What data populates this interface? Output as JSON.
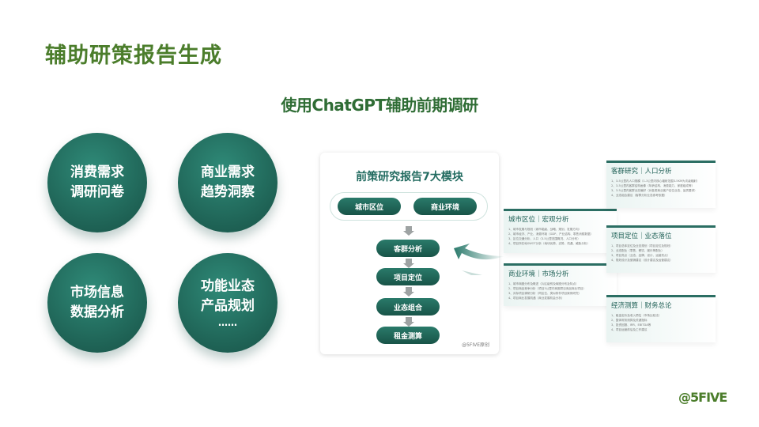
{
  "title": "辅助研策报告生成",
  "subtitle": "使用ChatGPT辅助前期调研",
  "circles": [
    {
      "line1": "消费需求",
      "line2": "调研问卷"
    },
    {
      "line1": "商业需求",
      "line2": "趋势洞察"
    },
    {
      "line1": "市场信息",
      "line2": "数据分析"
    },
    {
      "line1": "功能业态",
      "line2": "产品规划",
      "line3": "……"
    }
  ],
  "card": {
    "title": "前策研究报告7大模块",
    "top": [
      "城市区位",
      "商业环境"
    ],
    "steps": [
      "客群分析",
      "项目定位",
      "业态组合",
      "租金测算"
    ],
    "credit": "@5FIVE原创"
  },
  "details": [
    {
      "title": "城市区位｜宏观分析",
      "items": [
        "1、城市发展与规划（城市能级、战略、规划、发展方向）",
        "2、城市经济、产业、消费环境（GDP、产业结构、零售消费数据）",
        "3、区位交通分析、人口（3-5公里范围概况、人口分布）",
        "4、项目所在地SWOT分析（地块优势、劣势、机遇、威胁分析）"
      ]
    },
    {
      "title": "商业环境｜市场分析",
      "items": [
        "1、城市商圈分布及概述（片区级别及商圈分布及特点）",
        "2、项目商品竞争分析（项目3公里内商圈项目竞品商业项目）",
        "3、对标项目调研分析（同区位、类似条件项目案例研究）",
        "4、项目商业发展机遇（商业发展机会分析）"
      ]
    },
    {
      "title": "客群研究｜人口分析",
      "items": [
        "1、3-5公里内人口规模（1-3公里内核心辐射范围3-5KM为次级辐射）",
        "2、3-5公里内客群结构画像（年龄结构、消费能力、家庭组成等）",
        "3、3-5公里内客群业态偏好（对各类商业客户定位业态、品质要求）",
        "4、业态组合建议（客群分析业态参考依据）"
      ]
    },
    {
      "title": "项目定位｜业态落位",
      "items": [
        "1、项目总体定位及业态规划（项目定位及规划）",
        "2、业态配比（零售、餐饮、娱乐等配比）",
        "3、项目亮点（业态、品牌、设计、运营亮点）",
        "4、规划设计及营销建议（设计建议及运营建议）"
      ]
    },
    {
      "title": "经济测算｜财务总论",
      "items": [
        "1、租金定价及收入预估（市场比较法）",
        "2、整体财务测算及关键指标",
        "3、投资回报、IRR、EBITDA等",
        "4、项目运营前后及工作建议"
      ]
    }
  ],
  "logo": "@5FIVE"
}
